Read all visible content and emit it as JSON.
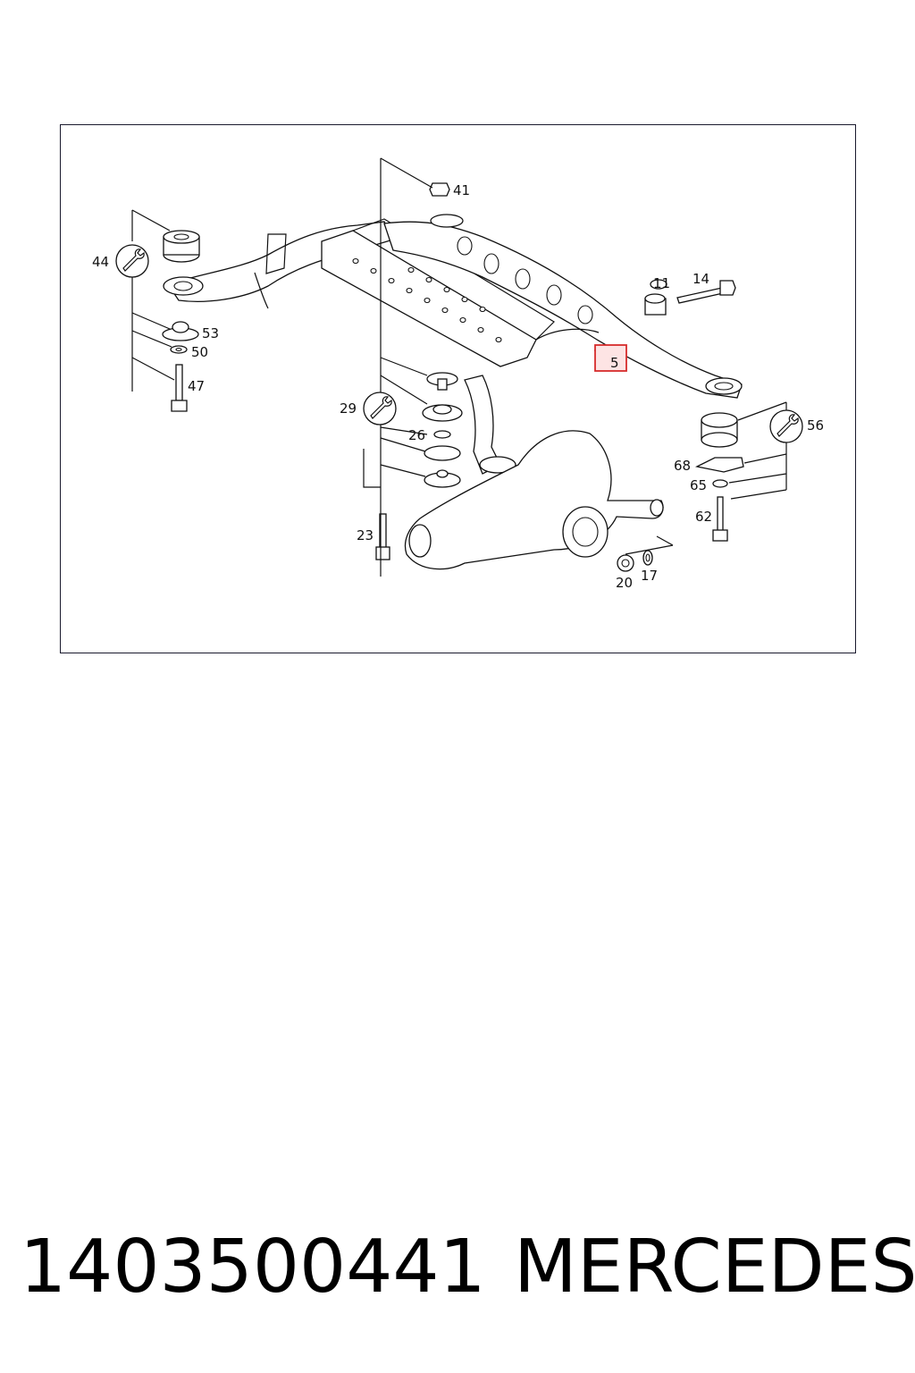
{
  "diagram": {
    "callouts": [
      "41",
      "44",
      "53",
      "50",
      "47",
      "11",
      "14",
      "5",
      "29",
      "26",
      "23",
      "56",
      "68",
      "65",
      "62",
      "20",
      "17"
    ],
    "highlighted_callout": "5",
    "highlight_color": "#d62b2b",
    "highlight_fill": "#fde4e4",
    "line_color": "#111111",
    "icons": [
      "wrench-torque-icon"
    ]
  },
  "footer": {
    "part_number": "1403500441",
    "brand": "MERCEDES"
  }
}
